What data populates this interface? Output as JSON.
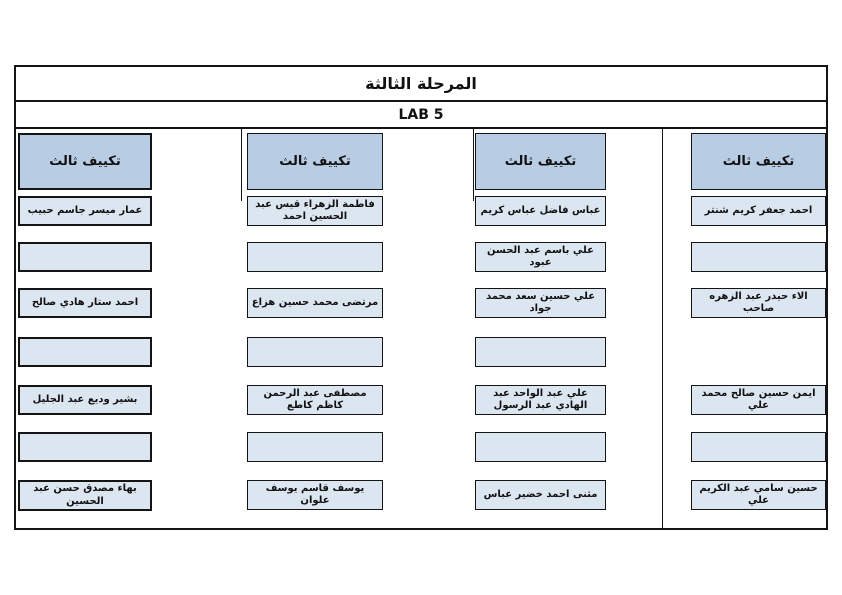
{
  "page": {
    "title": "المرحلة الثالثة",
    "subtitle": "LAB 5"
  },
  "colors": {
    "header_fill": "#b8cce4",
    "cell_fill": "#dce6f1",
    "border": "#141414"
  },
  "columns": [
    {
      "header": "تكييف ثالث",
      "rows": [
        {
          "type": "name",
          "text": "عمار ميسر جاسم حبيب"
        },
        {
          "type": "empty",
          "text": ""
        },
        {
          "type": "name",
          "text": "احمد ستار هادي صالح"
        },
        {
          "type": "empty",
          "text": ""
        },
        {
          "type": "name",
          "text": "بشير وديع عبد الجليل"
        },
        {
          "type": "empty",
          "text": ""
        },
        {
          "type": "name",
          "text": "بهاء مصدق حسن عبد الحسين"
        }
      ]
    },
    {
      "header": "تكييف ثالث",
      "rows": [
        {
          "type": "name",
          "text": "فاطمة الزهراء قيس عبد الحسين احمد"
        },
        {
          "type": "empty",
          "text": ""
        },
        {
          "type": "name",
          "text": "مرتضى محمد حسين هزاع"
        },
        {
          "type": "empty",
          "text": ""
        },
        {
          "type": "name",
          "text": "مصطفى عبد الرحمن كاظم كاطع"
        },
        {
          "type": "empty",
          "text": ""
        },
        {
          "type": "name",
          "text": "يوسف قاسم يوسف علوان"
        }
      ]
    },
    {
      "header": "تكييف ثالث",
      "rows": [
        {
          "type": "name",
          "text": "عباس فاضل عباس كريم"
        },
        {
          "type": "name",
          "text": "علي باسم عبد الحسن عبود"
        },
        {
          "type": "name",
          "text": "علي حسين سعد محمد جواد"
        },
        {
          "type": "empty",
          "text": ""
        },
        {
          "type": "name",
          "text": "علي عبد الواحد عبد الهادي عبد الرسول"
        },
        {
          "type": "empty",
          "text": ""
        },
        {
          "type": "name",
          "text": "مثنى احمد خضير عباس"
        }
      ]
    },
    {
      "header": "تكييف ثالث",
      "rows": [
        {
          "type": "name",
          "text": "احمد جعفر كريم شنتر"
        },
        {
          "type": "empty",
          "text": ""
        },
        {
          "type": "name",
          "text": "الاء حيدر عبد الزهره صاحب"
        },
        {
          "type": "none",
          "text": ""
        },
        {
          "type": "name",
          "text": "ايمن حسين صالح محمد علي"
        },
        {
          "type": "empty",
          "text": ""
        },
        {
          "type": "name",
          "text": "حسين سامي عبد الكريم علي"
        }
      ]
    }
  ]
}
